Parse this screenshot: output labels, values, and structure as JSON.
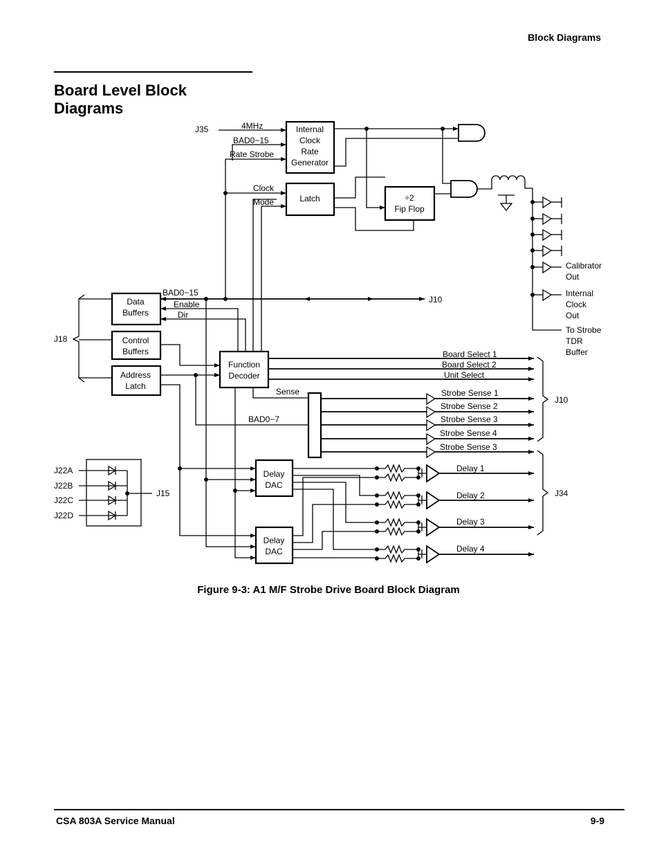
{
  "header": {
    "section": "Block Diagrams"
  },
  "title": "Board Level Block Diagrams",
  "blocks": {
    "internal_clock": [
      "Internal",
      "Clock",
      "Rate",
      "Generator"
    ],
    "latch": "Latch",
    "flipflop": [
      "÷2",
      "Fip Flop"
    ],
    "data_buffers": [
      "Data",
      "Buffers"
    ],
    "control_buffers": [
      "Control",
      "Buffers"
    ],
    "address_latch": [
      "Address",
      "Latch"
    ],
    "function_decoder": [
      "Function",
      "Decoder"
    ],
    "delay_dac": [
      "Delay",
      "DAC"
    ]
  },
  "connectors": {
    "j35": "J35",
    "j18": "J18",
    "j10": "J10",
    "j34": "J34",
    "j15": "J15",
    "j22": [
      "J22A",
      "J22B",
      "J22C",
      "J22D"
    ]
  },
  "signals": {
    "mhz": "4MHz",
    "bad015": "BAD0−15",
    "rate_strobe": "Rate Strobe",
    "clock": "Clock",
    "mode": "Mode",
    "enable": "Enable",
    "dir": "Dir",
    "sense": "Sense",
    "bad07": "BAD0−7",
    "board_select": [
      "Board Select 1",
      "Board Select 2",
      "Unit Select"
    ],
    "strobe_sense": [
      "Strobe Sense 1",
      "Strobe Sense 2",
      "Strobe Sense 3",
      "Strobe Sense 4",
      "Strobe Sense 3"
    ],
    "delay": [
      "Delay 1",
      "Delay 2",
      "Delay 3",
      "Delay 4"
    ],
    "outputs": {
      "calibrator": [
        "Calibrator",
        "Out"
      ],
      "internal_clock": [
        "Internal",
        "Clock",
        "Out"
      ],
      "strobe_tdr": [
        "To Strobe",
        "TDR",
        "Buffer"
      ]
    }
  },
  "caption": "Figure 9-3:  A1 M/F Strobe Drive Board Block Diagram",
  "footer": {
    "manual": "CSA 803A Service Manual",
    "page": "9-9"
  }
}
